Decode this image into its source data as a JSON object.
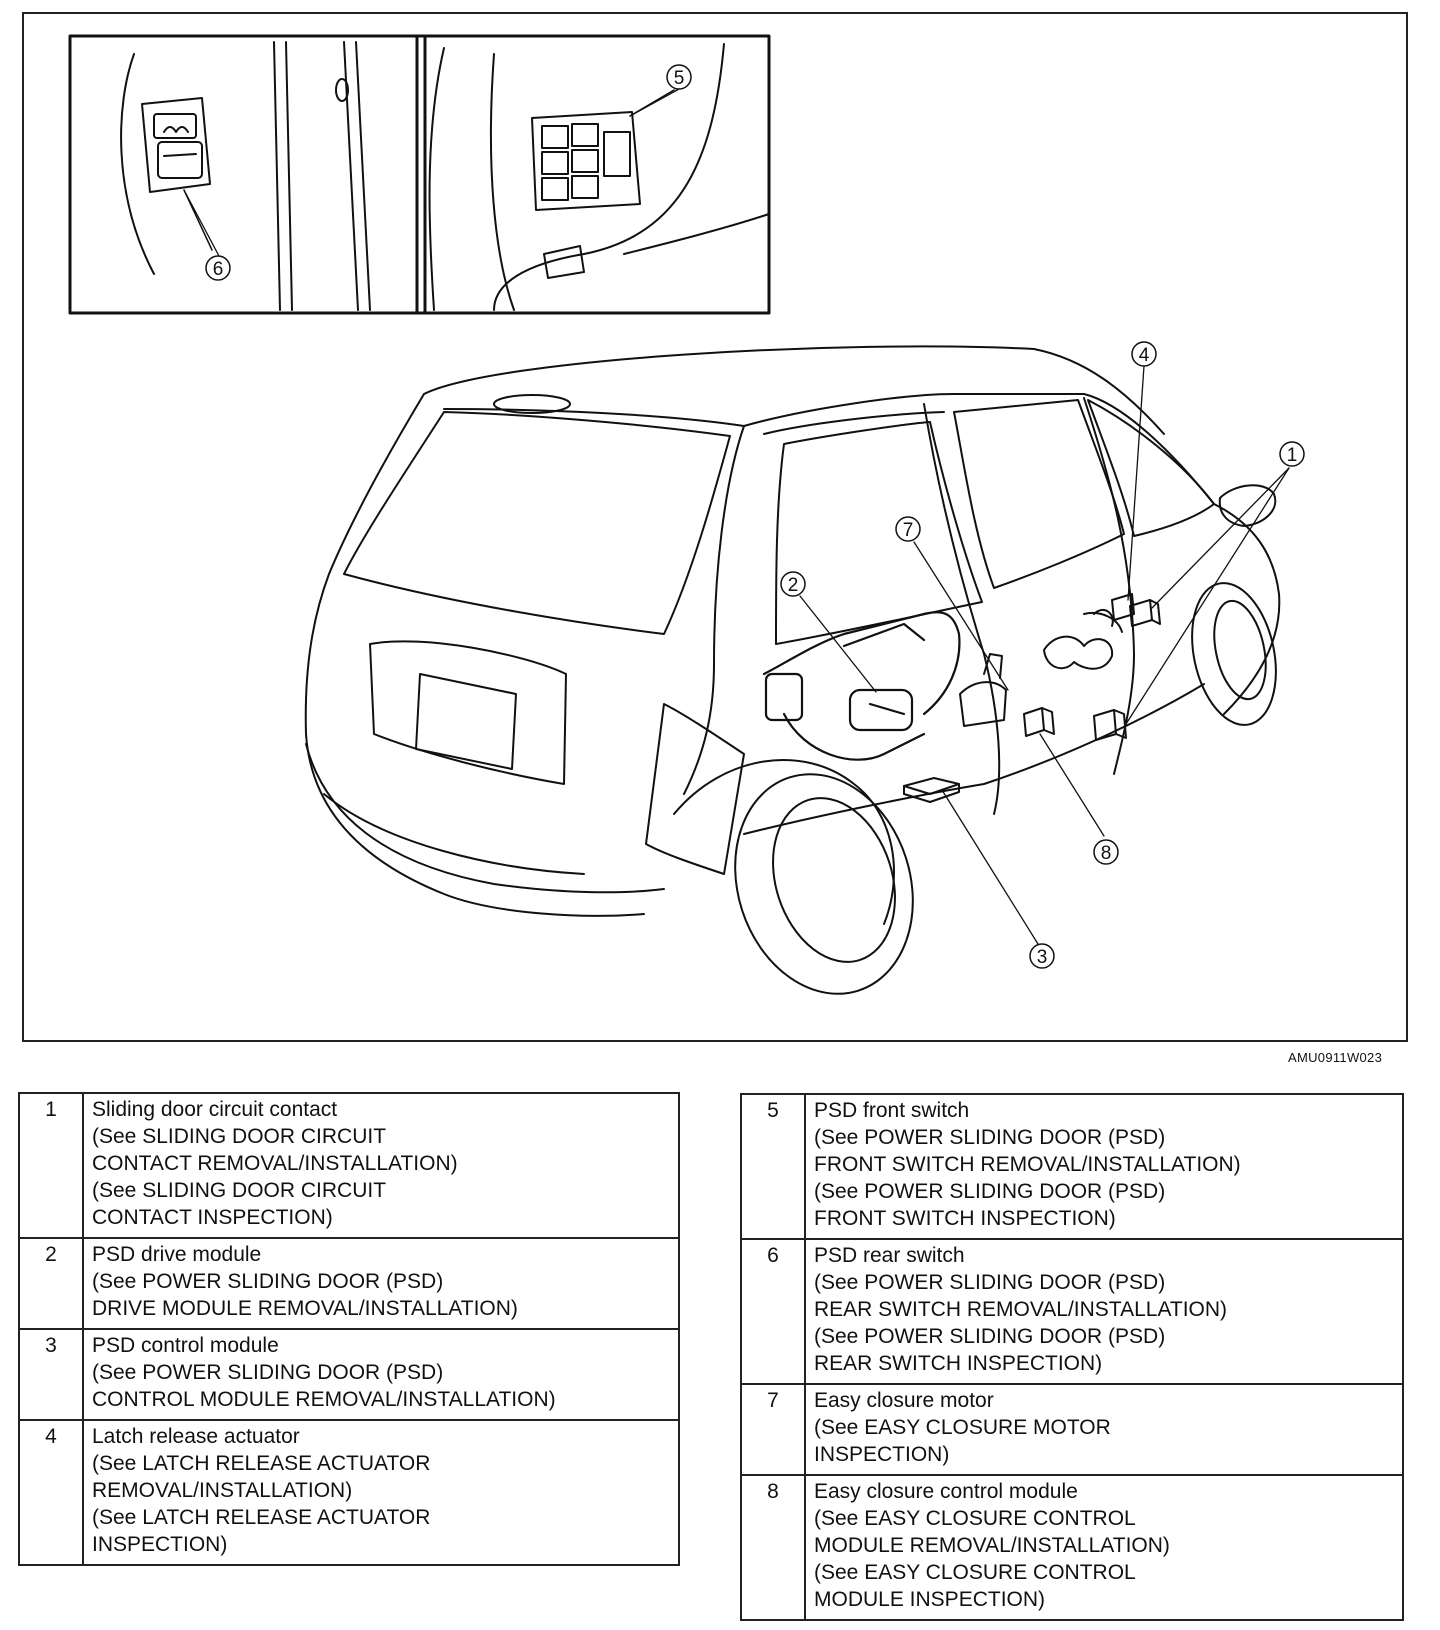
{
  "figure": {
    "figure_id": "AMU0911W023",
    "callouts": [
      "1",
      "2",
      "3",
      "4",
      "5",
      "6",
      "7",
      "8"
    ]
  },
  "legend": {
    "left": [
      {
        "num": "1",
        "lines": [
          "Sliding door circuit contact",
          "(See SLIDING DOOR CIRCUIT",
          "CONTACT REMOVAL/INSTALLATION)",
          "(See SLIDING DOOR CIRCUIT",
          "CONTACT INSPECTION)"
        ]
      },
      {
        "num": "2",
        "lines": [
          "PSD drive module",
          "(See POWER SLIDING DOOR (PSD)",
          "DRIVE MODULE REMOVAL/INSTALLATION)"
        ]
      },
      {
        "num": "3",
        "lines": [
          "PSD control module",
          "(See POWER SLIDING DOOR (PSD)",
          "CONTROL MODULE REMOVAL/INSTALLATION)"
        ]
      },
      {
        "num": "4",
        "lines": [
          "Latch release actuator",
          "(See LATCH RELEASE ACTUATOR",
          "REMOVAL/INSTALLATION)",
          "(See LATCH RELEASE ACTUATOR",
          "INSPECTION)"
        ]
      }
    ],
    "right": [
      {
        "num": "5",
        "lines": [
          "PSD front switch",
          "(See POWER SLIDING DOOR (PSD)",
          "FRONT SWITCH REMOVAL/INSTALLATION)",
          "(See POWER SLIDING DOOR (PSD)",
          "FRONT SWITCH INSPECTION)"
        ]
      },
      {
        "num": "6",
        "lines": [
          "PSD rear switch",
          "(See POWER SLIDING DOOR (PSD)",
          "REAR SWITCH REMOVAL/INSTALLATION)",
          "(See POWER SLIDING DOOR (PSD)",
          "REAR SWITCH INSPECTION)"
        ]
      },
      {
        "num": "7",
        "lines": [
          "Easy closure motor",
          "(See EASY CLOSURE MOTOR",
          "INSPECTION)"
        ]
      },
      {
        "num": "8",
        "lines": [
          "Easy closure control module",
          "(See EASY CLOSURE CONTROL",
          "MODULE REMOVAL/INSTALLATION)",
          "(See EASY CLOSURE CONTROL",
          "MODULE INSPECTION)"
        ]
      }
    ]
  }
}
